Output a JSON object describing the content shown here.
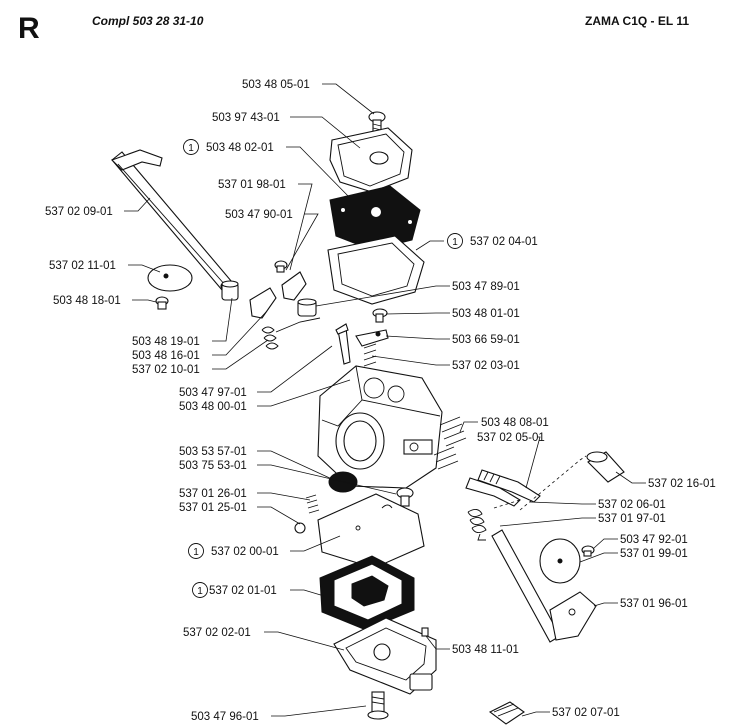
{
  "header": {
    "section": "R",
    "compl": "Compl 503 28 31-10",
    "model": "ZAMA C1Q - EL 11"
  },
  "callout_marker": "1",
  "labels": [
    {
      "id": "lbl-503-48-05-01",
      "text": "503 48 05-01",
      "circled": false
    },
    {
      "id": "lbl-503-97-43-01",
      "text": "503 97 43-01",
      "circled": false
    },
    {
      "id": "lbl-503-48-02-01",
      "text": "503 48 02-01",
      "circled": true
    },
    {
      "id": "lbl-537-01-98-01",
      "text": "537 01 98-01",
      "circled": false
    },
    {
      "id": "lbl-537-02-09-01",
      "text": "537 02 09-01",
      "circled": false
    },
    {
      "id": "lbl-503-47-90-01",
      "text": "503 47 90-01",
      "circled": false
    },
    {
      "id": "lbl-537-02-04-01",
      "text": "537 02 04-01",
      "circled": true
    },
    {
      "id": "lbl-537-02-11-01",
      "text": "537 02 11-01",
      "circled": false
    },
    {
      "id": "lbl-503-47-89-01",
      "text": "503 47 89-01",
      "circled": false
    },
    {
      "id": "lbl-503-48-18-01",
      "text": "503 48 18-01",
      "circled": false
    },
    {
      "id": "lbl-503-48-01-01",
      "text": "503 48 01-01",
      "circled": false
    },
    {
      "id": "lbl-503-48-19-01",
      "text": "503 48 19-01",
      "circled": false
    },
    {
      "id": "lbl-503-66-59-01",
      "text": "503 66 59-01",
      "circled": false
    },
    {
      "id": "lbl-503-48-16-01",
      "text": "503 48 16-01",
      "circled": false
    },
    {
      "id": "lbl-537-02-10-01",
      "text": "537 02 10-01",
      "circled": false
    },
    {
      "id": "lbl-537-02-03-01",
      "text": "537 02 03-01",
      "circled": false
    },
    {
      "id": "lbl-503-47-97-01",
      "text": "503 47 97-01",
      "circled": false
    },
    {
      "id": "lbl-503-48-00-01",
      "text": "503 48 00-01",
      "circled": false
    },
    {
      "id": "lbl-503-48-08-01",
      "text": "503 48 08-01",
      "circled": false
    },
    {
      "id": "lbl-537-02-05-01",
      "text": "537 02 05-01",
      "circled": false
    },
    {
      "id": "lbl-503-53-57-01",
      "text": "503 53 57-01",
      "circled": false
    },
    {
      "id": "lbl-503-75-53-01",
      "text": "503 75 53-01",
      "circled": false
    },
    {
      "id": "lbl-537-02-16-01",
      "text": "537 02 16-01",
      "circled": false
    },
    {
      "id": "lbl-537-01-26-01",
      "text": "537 01 26-01",
      "circled": false
    },
    {
      "id": "lbl-537-01-25-01",
      "text": "537 01 25-01",
      "circled": false
    },
    {
      "id": "lbl-537-02-06-01",
      "text": "537 02 06-01",
      "circled": false
    },
    {
      "id": "lbl-537-01-97-01",
      "text": "537 01 97-01",
      "circled": false
    },
    {
      "id": "lbl-503-47-92-01",
      "text": "503 47 92-01",
      "circled": false
    },
    {
      "id": "lbl-537-02-00-01",
      "text": "537 02 00-01",
      "circled": true
    },
    {
      "id": "lbl-537-01-99-01",
      "text": "537 01 99-01",
      "circled": false
    },
    {
      "id": "lbl-537-02-01-01",
      "text": "537 02 01-01",
      "circled": true
    },
    {
      "id": "lbl-537-01-96-01",
      "text": "537 01 96-01",
      "circled": false
    },
    {
      "id": "lbl-537-02-02-01",
      "text": "537 02 02-01",
      "circled": false
    },
    {
      "id": "lbl-503-48-11-01",
      "text": "503 48 11-01",
      "circled": false
    },
    {
      "id": "lbl-503-47-96-01",
      "text": "503 47 96-01",
      "circled": false
    },
    {
      "id": "lbl-537-02-07-01",
      "text": "537 02 07-01",
      "circled": false
    }
  ]
}
